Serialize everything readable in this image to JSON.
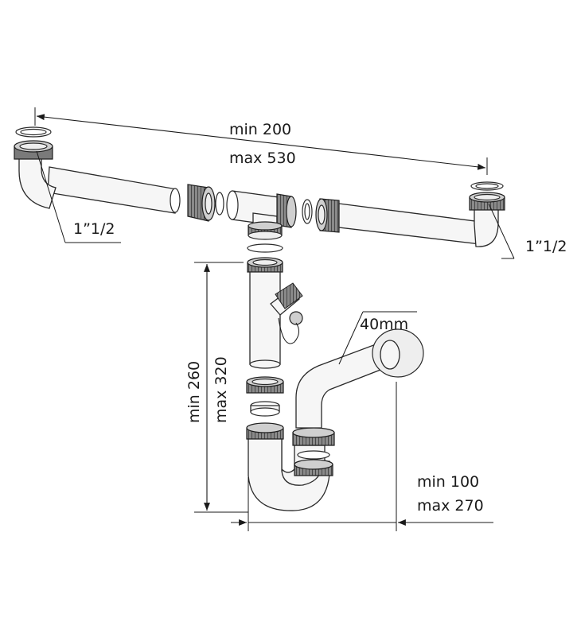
{
  "labels": {
    "top_span_min": "min 200",
    "top_span_max": "max 530",
    "thread_left": "1”1/2",
    "thread_right": "1”1/2",
    "pipe_diameter": "40mm",
    "height_min": "min 260",
    "height_max": "max 320",
    "wall_offset_min": "min 100",
    "wall_offset_max": "max 270"
  }
}
